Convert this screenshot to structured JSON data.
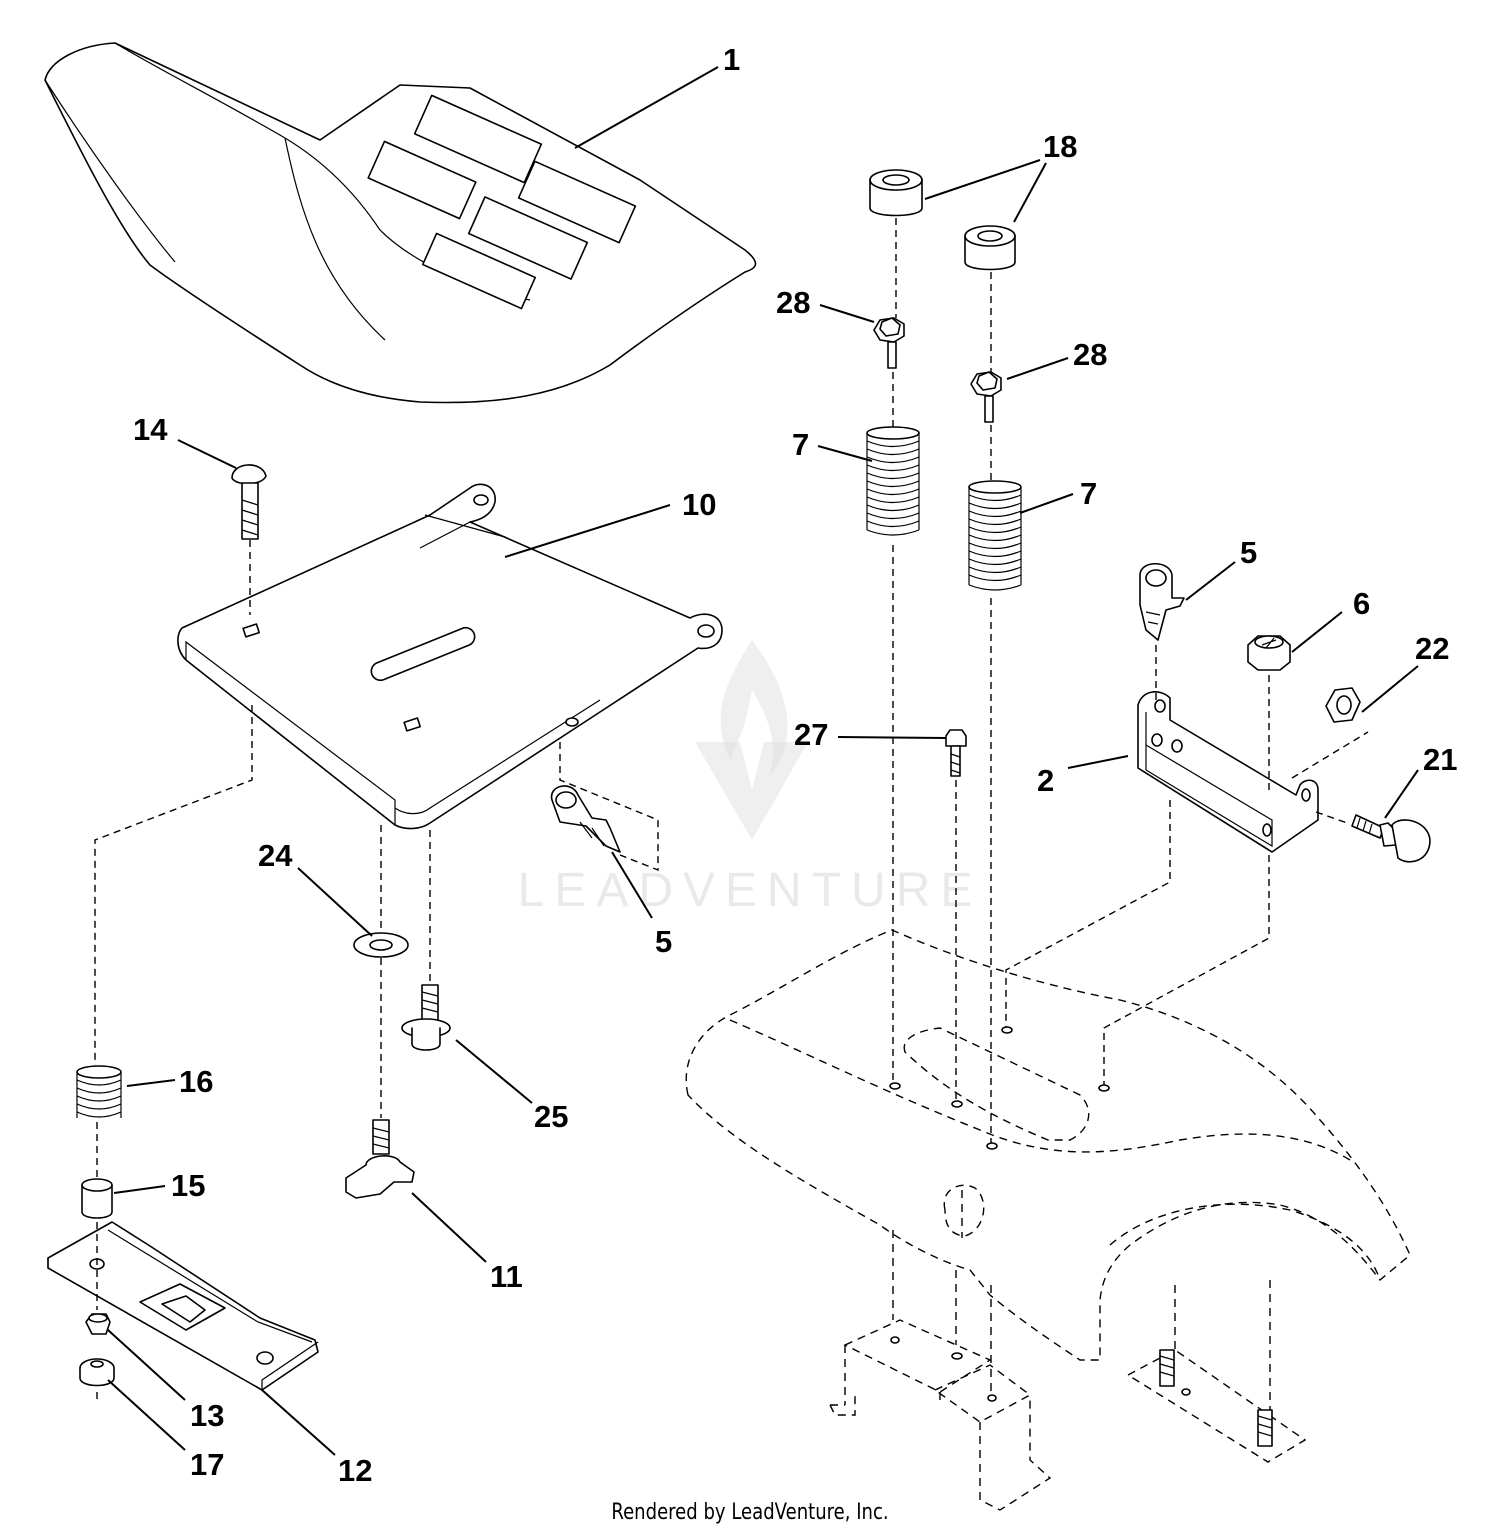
{
  "callouts": [
    {
      "id": "p1",
      "label": "1"
    },
    {
      "id": "p18",
      "label": "18"
    },
    {
      "id": "p28a",
      "label": "28"
    },
    {
      "id": "p28b",
      "label": "28"
    },
    {
      "id": "p14",
      "label": "14"
    },
    {
      "id": "p10",
      "label": "10"
    },
    {
      "id": "p7a",
      "label": "7"
    },
    {
      "id": "p7b",
      "label": "7"
    },
    {
      "id": "p5a",
      "label": "5"
    },
    {
      "id": "p6",
      "label": "6"
    },
    {
      "id": "p22",
      "label": "22"
    },
    {
      "id": "p27",
      "label": "27"
    },
    {
      "id": "p2",
      "label": "2"
    },
    {
      "id": "p21",
      "label": "21"
    },
    {
      "id": "p24",
      "label": "24"
    },
    {
      "id": "p5b",
      "label": "5"
    },
    {
      "id": "p16",
      "label": "16"
    },
    {
      "id": "p25",
      "label": "25"
    },
    {
      "id": "p15",
      "label": "15"
    },
    {
      "id": "p11",
      "label": "11"
    },
    {
      "id": "p13",
      "label": "13"
    },
    {
      "id": "p12",
      "label": "12"
    },
    {
      "id": "p17",
      "label": "17"
    }
  ],
  "watermark": "LEADVENTURE",
  "footer": "Rendered by LeadVenture, Inc."
}
